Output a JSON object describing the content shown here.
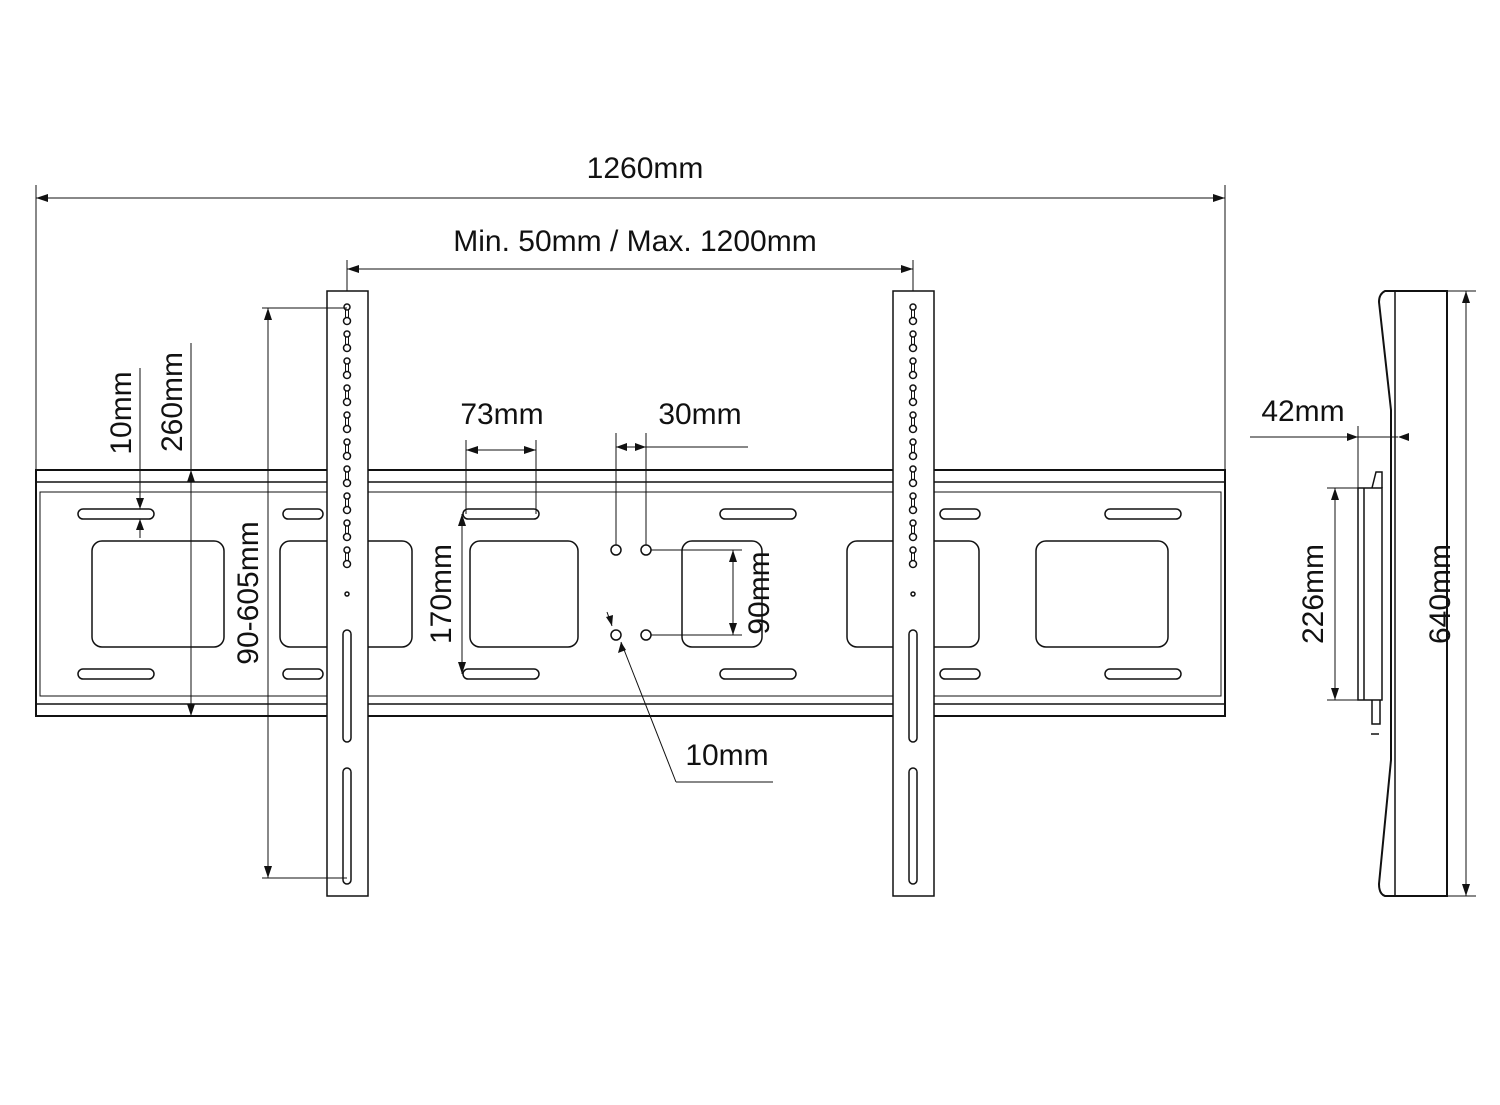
{
  "dimensions": {
    "overall_width": "1260mm",
    "vesa_range": "Min. 50mm / Max. 1200mm",
    "slot_height": "10mm",
    "rail_height": "260mm",
    "vertical_adjust": "90-605mm",
    "slot_length": "73mm",
    "hole_spacing": "30mm",
    "slot_spacing": "170mm",
    "hole_vertical": "90mm",
    "hole_diameter": "10mm",
    "wall_depth": "42mm",
    "side_inner_height": "226mm",
    "side_total_height": "640mm"
  }
}
